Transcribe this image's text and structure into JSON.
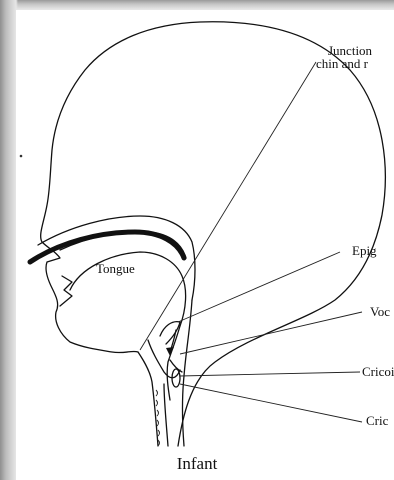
{
  "labels": {
    "junction_line1": "Junction",
    "junction_line2": "chin and r",
    "tongue": "Tongue",
    "epiglottis": "Epig",
    "vocal": "Voc",
    "cricoid1": "Cricoid",
    "cricoid2": "Cric"
  },
  "caption": "Infant"
}
